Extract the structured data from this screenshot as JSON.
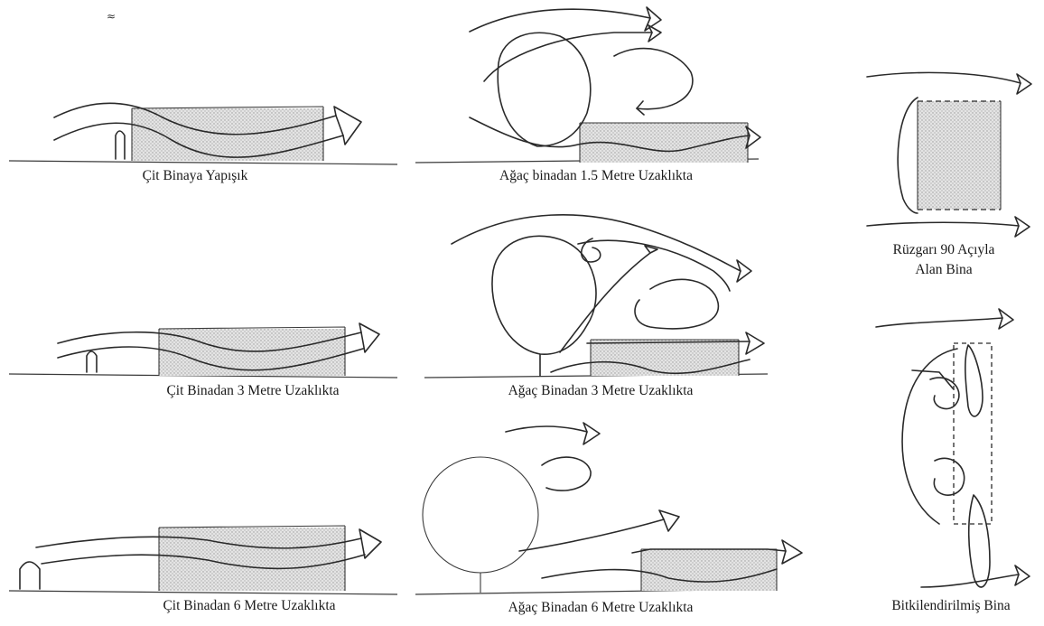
{
  "diagram": {
    "stray_mark": "≈",
    "panels": [
      {
        "id": "hedge-attached",
        "caption": "Çit Binaya Yapışık"
      },
      {
        "id": "tree-1-5m",
        "caption": "Ağaç binadan 1.5 Metre Uzaklıkta"
      },
      {
        "id": "building-90",
        "caption_line1": "Rüzgarı 90 Açıyla",
        "caption_line2": "Alan Bina"
      },
      {
        "id": "hedge-3m",
        "caption": "Çit Binadan 3 Metre Uzaklıkta"
      },
      {
        "id": "tree-3m",
        "caption": "Ağaç Binadan 3 Metre Uzaklıkta"
      },
      {
        "id": "hedge-6m",
        "caption": "Çit Binadan 6 Metre Uzaklıkta"
      },
      {
        "id": "tree-6m",
        "caption": "Ağaç Binadan 6 Metre Uzaklıkta"
      },
      {
        "id": "vegetated-building",
        "caption": "Bitkilendirilmiş Bina"
      }
    ]
  }
}
